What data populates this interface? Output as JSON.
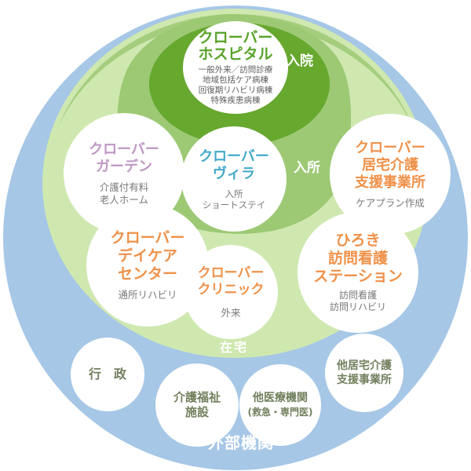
{
  "palette": {
    "blue": "#a6c7e6",
    "lightGreen": "#cfe8b0",
    "capGreen": "#a5cd7e",
    "lensGreen": "#9dc975",
    "darkGreen": "#67a82f",
    "hospitalGreen": "#58a42a",
    "orange": "#ef9149",
    "purple": "#bf97c4",
    "teal": "#45aac8",
    "gray": "#7a7a7a",
    "darkGray": "#5f5f5f",
    "olive": "#72805e",
    "white": "#ffffff"
  },
  "zones": {
    "inpatient": {
      "label": "入院"
    },
    "admission": {
      "label": "入所"
    },
    "home": {
      "label": "在宅"
    },
    "external": {
      "label": "外部機関"
    }
  },
  "facilities": {
    "hospital": {
      "t1": "クローバー",
      "t2": "ホスピタル",
      "s1": "一般外来／訪問診療",
      "s2": "地域包括ケア病棟",
      "s3": "回復期リハビリ病棟",
      "s4": "特殊疾患病棟"
    },
    "garden": {
      "t1": "クローバー",
      "t2": "ガーデン",
      "s1": "介護付有料",
      "s2": "老人ホーム"
    },
    "villa": {
      "t1": "クローバー",
      "t2": "ヴィラ",
      "s1": "入所",
      "s2": "ショートステイ"
    },
    "homecare_office": {
      "t1": "クローバー",
      "t2": "居宅介護",
      "t3": "支援事業所",
      "s1": "ケアプラン作成"
    },
    "daycare": {
      "t1": "クローバー",
      "t2": "デイケア",
      "t3": "センター",
      "s1": "通所リハビリ"
    },
    "clinic": {
      "t1": "クローバー",
      "t2": "クリニック",
      "s1": "外来"
    },
    "hiroki": {
      "t1": "ひろき",
      "t2": "訪問看護",
      "t3": "ステーション",
      "s1": "訪問看護",
      "s2": "訪問リハビリ"
    },
    "government": {
      "t1": "行　政"
    },
    "welfare": {
      "t1": "介護福祉",
      "t2": "施設"
    },
    "other_medical": {
      "t1": "他医療機関",
      "t2": "(救急・専門医)"
    },
    "other_homecare": {
      "t1": "他居宅介護",
      "t2": "支援事業所"
    }
  }
}
